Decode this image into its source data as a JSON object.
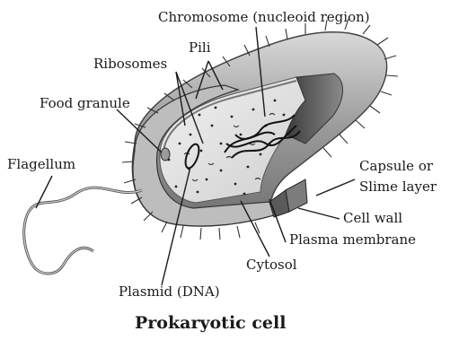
{
  "diagram": {
    "caption": "Prokaryotic cell",
    "labels": {
      "chromosome": "Chromosome (nucleoid region)",
      "pili": "Pili",
      "ribosomes": "Ribosomes",
      "food_granule": "Food granule",
      "flagellum": "Flagellum",
      "capsule_line1": "Capsule or",
      "capsule_line2": "Slime layer",
      "cell_wall": "Cell wall",
      "plasma_membrane": "Plasma membrane",
      "cytosol": "Cytosol",
      "plasmid": "Plasmid (DNA)"
    }
  }
}
